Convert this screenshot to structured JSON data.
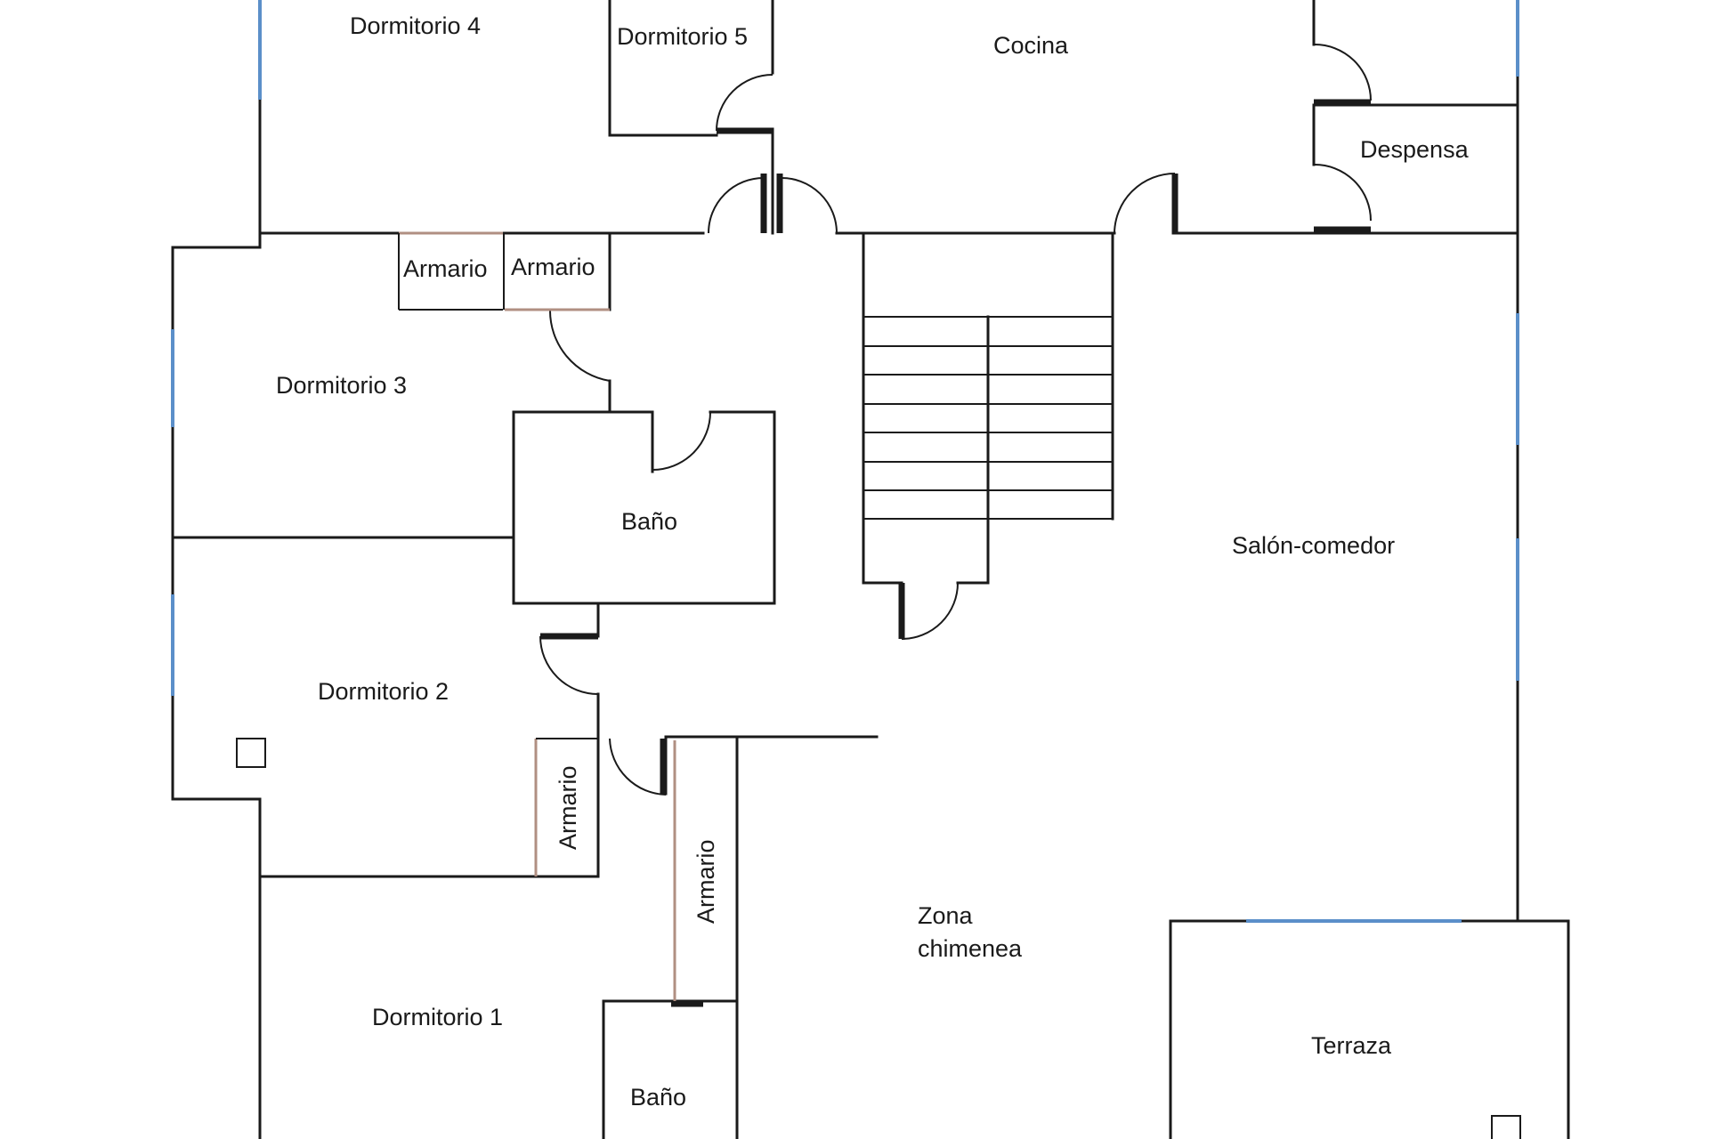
{
  "rooms": {
    "dormitorio4": "Dormitorio 4",
    "dormitorio5": "Dormitorio 5",
    "cocina": "Cocina",
    "despensa": "Despensa",
    "armario_a": "Armario",
    "armario_b": "Armario",
    "dormitorio3": "Dormitorio 3",
    "bano_1": "Baño",
    "salon": "Salón-comedor",
    "dormitorio2": "Dormitorio 2",
    "armario_c": "Armario",
    "armario_d": "Armario",
    "zona_line1": "Zona",
    "zona_line2": "chimenea",
    "dormitorio1": "Dormitorio 1",
    "bano_2": "Baño",
    "terraza": "Terraza"
  },
  "colors": {
    "wall": "#1a1a1a",
    "window": "#5b8fc9",
    "wardrobe": "#b08f82"
  }
}
